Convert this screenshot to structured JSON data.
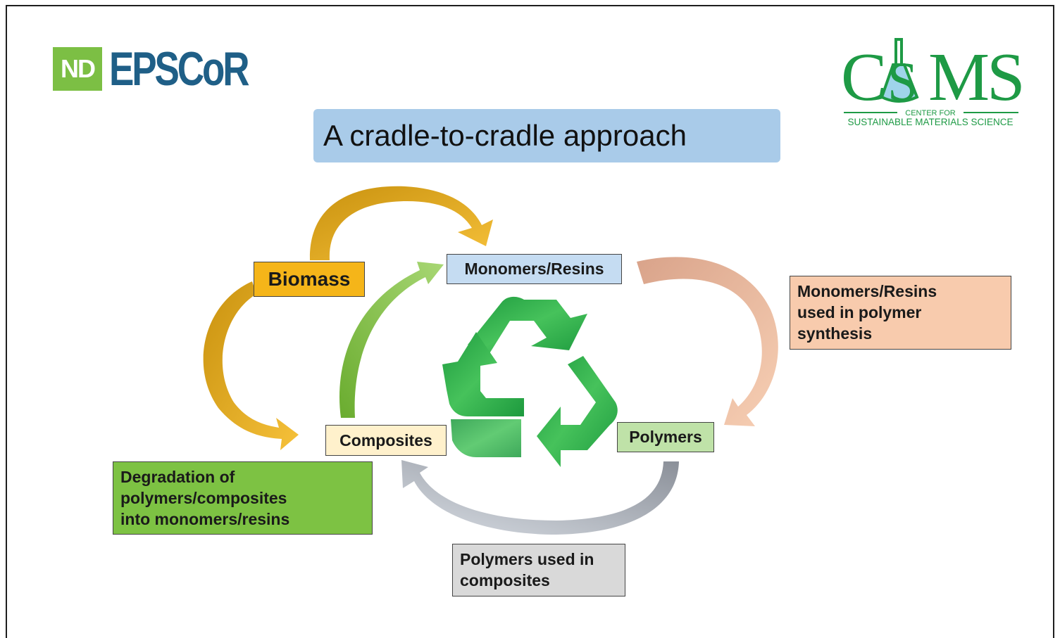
{
  "logos": {
    "nd": {
      "badge": "ND",
      "name": "EPSCoR",
      "color_green": "#7cbf44",
      "color_blue": "#1f5f87"
    },
    "csms": {
      "letters": "CSMS",
      "line1": "CENTER FOR",
      "line2": "SUSTAINABLE MATERIALS SCIENCE",
      "color": "#1e9a45"
    }
  },
  "title": "A cradle-to-cradle approach",
  "nodes": {
    "biomass": "Biomass",
    "monomers": "Monomers/Resins",
    "composites": "Composites",
    "polymers": "Polymers"
  },
  "notes": {
    "monomers_used": "Monomers/Resins\nused in polymer\nsynthesis",
    "degradation": "Degradation of\npolymers/composites\ninto monomers/resins",
    "polymers_used": "Polymers used in\ncomposites"
  },
  "colors": {
    "biomass_arrow": "#eeb020",
    "green_arrow": "#7fbf3f",
    "peach_arrow": "#efbf9a",
    "gray_arrow": "#b4b9c2",
    "recycle": "#2db04a"
  },
  "center_icon": "recycle-icon"
}
